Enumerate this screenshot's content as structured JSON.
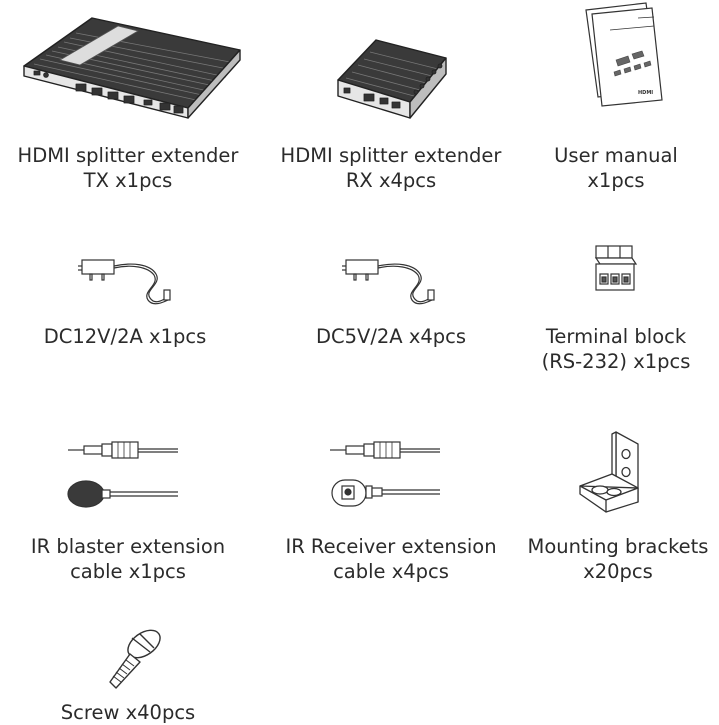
{
  "items": [
    {
      "id": "tx",
      "line1": "HDMI splitter extender",
      "line2": "TX x1pcs",
      "icon": "splitter-transmitter-icon"
    },
    {
      "id": "rx",
      "line1": "HDMI splitter extender",
      "line2": "RX x4pcs",
      "icon": "splitter-receiver-icon"
    },
    {
      "id": "manual",
      "line1": "User manual",
      "line2": "x1pcs",
      "icon": "user-manual-icon",
      "manual_cover_brand": "HDMI"
    },
    {
      "id": "dc12",
      "line1": "DC12V/2A x1pcs",
      "line2": "",
      "icon": "power-adapter-icon"
    },
    {
      "id": "dc5",
      "line1": "DC5V/2A x4pcs",
      "line2": "",
      "icon": "power-adapter-icon"
    },
    {
      "id": "terminal",
      "line1": "Terminal block",
      "line2": "(RS-232) x1pcs",
      "icon": "terminal-block-icon"
    },
    {
      "id": "irb",
      "line1": "IR blaster extension",
      "line2": "cable x1pcs",
      "icon": "ir-blaster-cable-icon"
    },
    {
      "id": "irr",
      "line1": "IR Receiver extension",
      "line2": "cable x4pcs",
      "icon": "ir-receiver-cable-icon"
    },
    {
      "id": "bracket",
      "line1": "Mounting brackets",
      "line2": "x20pcs",
      "icon": "mounting-bracket-icon"
    },
    {
      "id": "screw",
      "line1": "Screw x40pcs",
      "line2": "",
      "icon": "screw-icon"
    }
  ]
}
